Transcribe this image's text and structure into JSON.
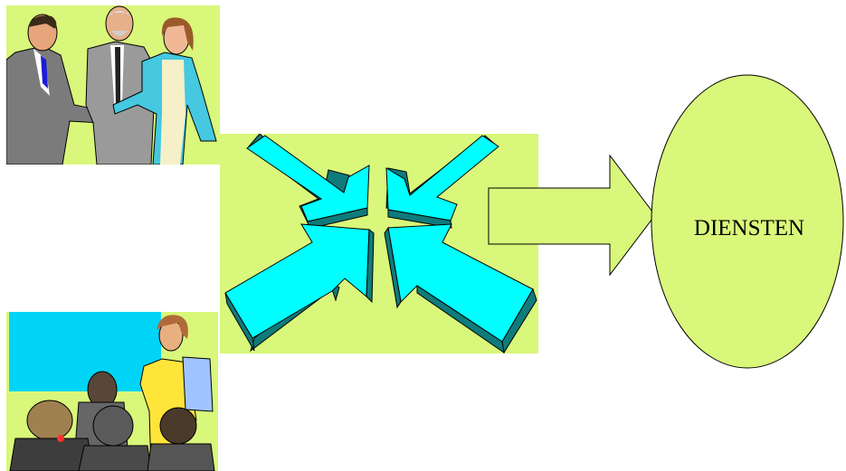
{
  "diagram": {
    "target_label": "DIENSTEN",
    "clipart_top": "business-handshake-clipart",
    "clipart_bottom": "presentation-meeting-clipart",
    "colors": {
      "panel_green": "#d9f77a",
      "arrow_cyan": "#00ffff",
      "arrow_side": "#0f7b7b",
      "screen_cyan": "#00d5f7",
      "outline": "#000000"
    }
  }
}
